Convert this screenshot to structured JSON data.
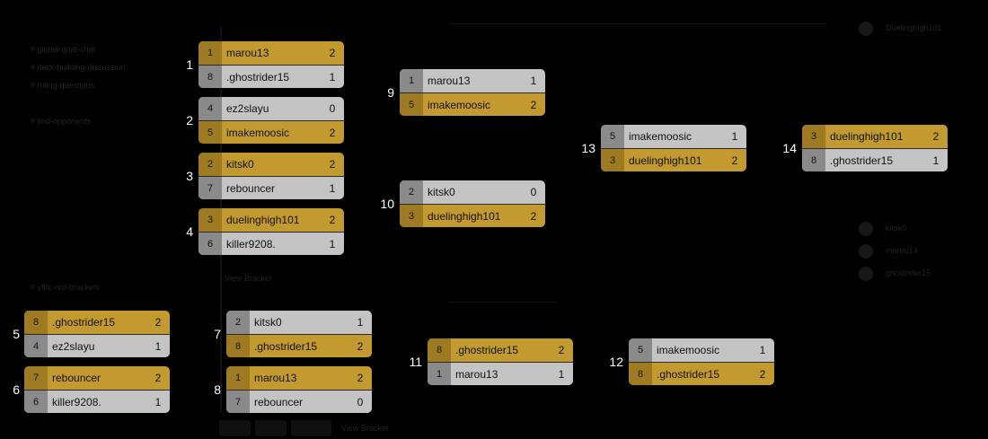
{
  "matches": [
    {
      "number": "1",
      "players": [
        {
          "seed": "1",
          "name": "marou13",
          "score": "2",
          "won": true
        },
        {
          "seed": "8",
          "name": ".ghostrider15",
          "score": "1",
          "won": false
        }
      ]
    },
    {
      "number": "2",
      "players": [
        {
          "seed": "4",
          "name": "ez2slayu",
          "score": "0",
          "won": false
        },
        {
          "seed": "5",
          "name": "imakemoosic",
          "score": "2",
          "won": true
        }
      ]
    },
    {
      "number": "3",
      "players": [
        {
          "seed": "2",
          "name": "kitsk0",
          "score": "2",
          "won": true
        },
        {
          "seed": "7",
          "name": "rebouncer",
          "score": "1",
          "won": false
        }
      ]
    },
    {
      "number": "4",
      "players": [
        {
          "seed": "3",
          "name": "duelinghigh101",
          "score": "2",
          "won": true
        },
        {
          "seed": "6",
          "name": "killer9208.",
          "score": "1",
          "won": false
        }
      ]
    },
    {
      "number": "9",
      "players": [
        {
          "seed": "1",
          "name": "marou13",
          "score": "1",
          "won": false
        },
        {
          "seed": "5",
          "name": "imakemoosic",
          "score": "2",
          "won": true
        }
      ]
    },
    {
      "number": "10",
      "players": [
        {
          "seed": "2",
          "name": "kitsk0",
          "score": "0",
          "won": false
        },
        {
          "seed": "3",
          "name": "duelinghigh101",
          "score": "2",
          "won": true
        }
      ]
    },
    {
      "number": "13",
      "players": [
        {
          "seed": "5",
          "name": "imakemoosic",
          "score": "1",
          "won": false
        },
        {
          "seed": "3",
          "name": "duelinghigh101",
          "score": "2",
          "won": true
        }
      ]
    },
    {
      "number": "14",
      "players": [
        {
          "seed": "3",
          "name": "duelinghigh101",
          "score": "2",
          "won": true
        },
        {
          "seed": "8",
          "name": ".ghostrider15",
          "score": "1",
          "won": false
        }
      ]
    },
    {
      "number": "5",
      "players": [
        {
          "seed": "8",
          "name": ".ghostrider15",
          "score": "2",
          "won": true
        },
        {
          "seed": "4",
          "name": "ez2slayu",
          "score": "1",
          "won": false
        }
      ]
    },
    {
      "number": "6",
      "players": [
        {
          "seed": "7",
          "name": "rebouncer",
          "score": "2",
          "won": true
        },
        {
          "seed": "6",
          "name": "killer9208.",
          "score": "1",
          "won": false
        }
      ]
    },
    {
      "number": "7",
      "players": [
        {
          "seed": "2",
          "name": "kitsk0",
          "score": "1",
          "won": false
        },
        {
          "seed": "8",
          "name": ".ghostrider15",
          "score": "2",
          "won": true
        }
      ]
    },
    {
      "number": "8",
      "players": [
        {
          "seed": "1",
          "name": "marou13",
          "score": "2",
          "won": true
        },
        {
          "seed": "7",
          "name": "rebouncer",
          "score": "0",
          "won": false
        }
      ]
    },
    {
      "number": "11",
      "players": [
        {
          "seed": "8",
          "name": ".ghostrider15",
          "score": "2",
          "won": true
        },
        {
          "seed": "1",
          "name": "marou13",
          "score": "1",
          "won": false
        }
      ]
    },
    {
      "number": "12",
      "players": [
        {
          "seed": "5",
          "name": "imakemoosic",
          "score": "1",
          "won": false
        },
        {
          "seed": "8",
          "name": ".ghostrider15",
          "score": "2",
          "won": true
        }
      ]
    }
  ],
  "background": {
    "channels": [
      "# global-goat-chat",
      "# deck-building-discussion",
      "# ruling-questions",
      "# find-opponents",
      "# yfbc-red-brackets"
    ],
    "view_bracket_label": "View Bracket",
    "members": [
      "Duelinghigh101",
      "kitsk0",
      "marou13",
      "ghostrider15"
    ]
  },
  "colors": {
    "winner": "#c39a30",
    "loser": "#c4c4c4",
    "background": "#000000"
  }
}
